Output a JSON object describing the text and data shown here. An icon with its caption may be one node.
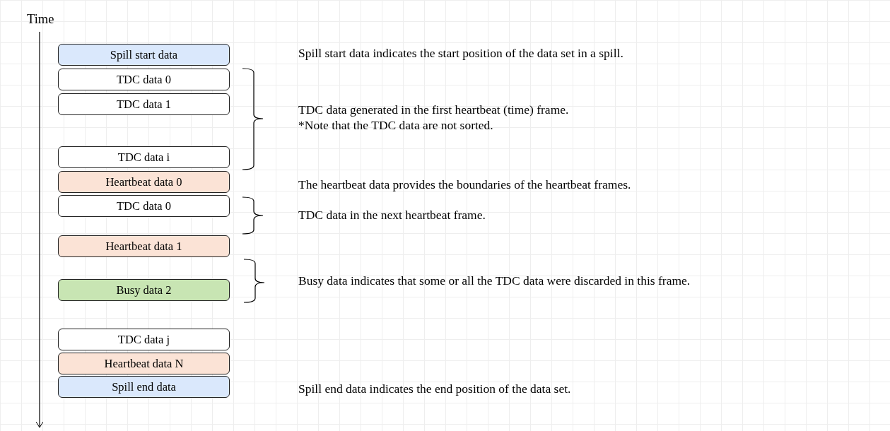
{
  "diagram": {
    "nodes": [
      {
        "text": [
          "Spill start data"
        ]
      },
      {
        "text": [
          "TDC data 0"
        ]
      },
      {
        "text": [
          "TDC data 1"
        ]
      },
      {
        "text": [
          "TDC data i"
        ]
      },
      {
        "text": [
          "Heartbeat data 0"
        ]
      },
      {
        "text": [
          "TDC data 0"
        ]
      },
      {
        "text": [
          "Heartbeat data 1"
        ]
      },
      {
        "text": [
          "Busy data 2"
        ]
      },
      {
        "text": [
          "TDC data j"
        ]
      },
      {
        "text": [
          "Heartbeat data N"
        ]
      },
      {
        "text": [
          "Spill end data"
        ]
      }
    ],
    "edges": [],
    "labels": [
      "Time",
      "Spill start data indicates the start position of the data set in a spill.",
      "TDC data generated in the first heartbeat (time) frame.",
      "*Note that the TDC data are not sorted.",
      "The heartbeat data provides the boundaries of the heartbeat frames.",
      "TDC data in the next heartbeat frame.",
      "Busy data indicates that some or all the TDC data were discarded in this frame.",
      "Spill end data indicates the end position of the data set."
    ]
  }
}
